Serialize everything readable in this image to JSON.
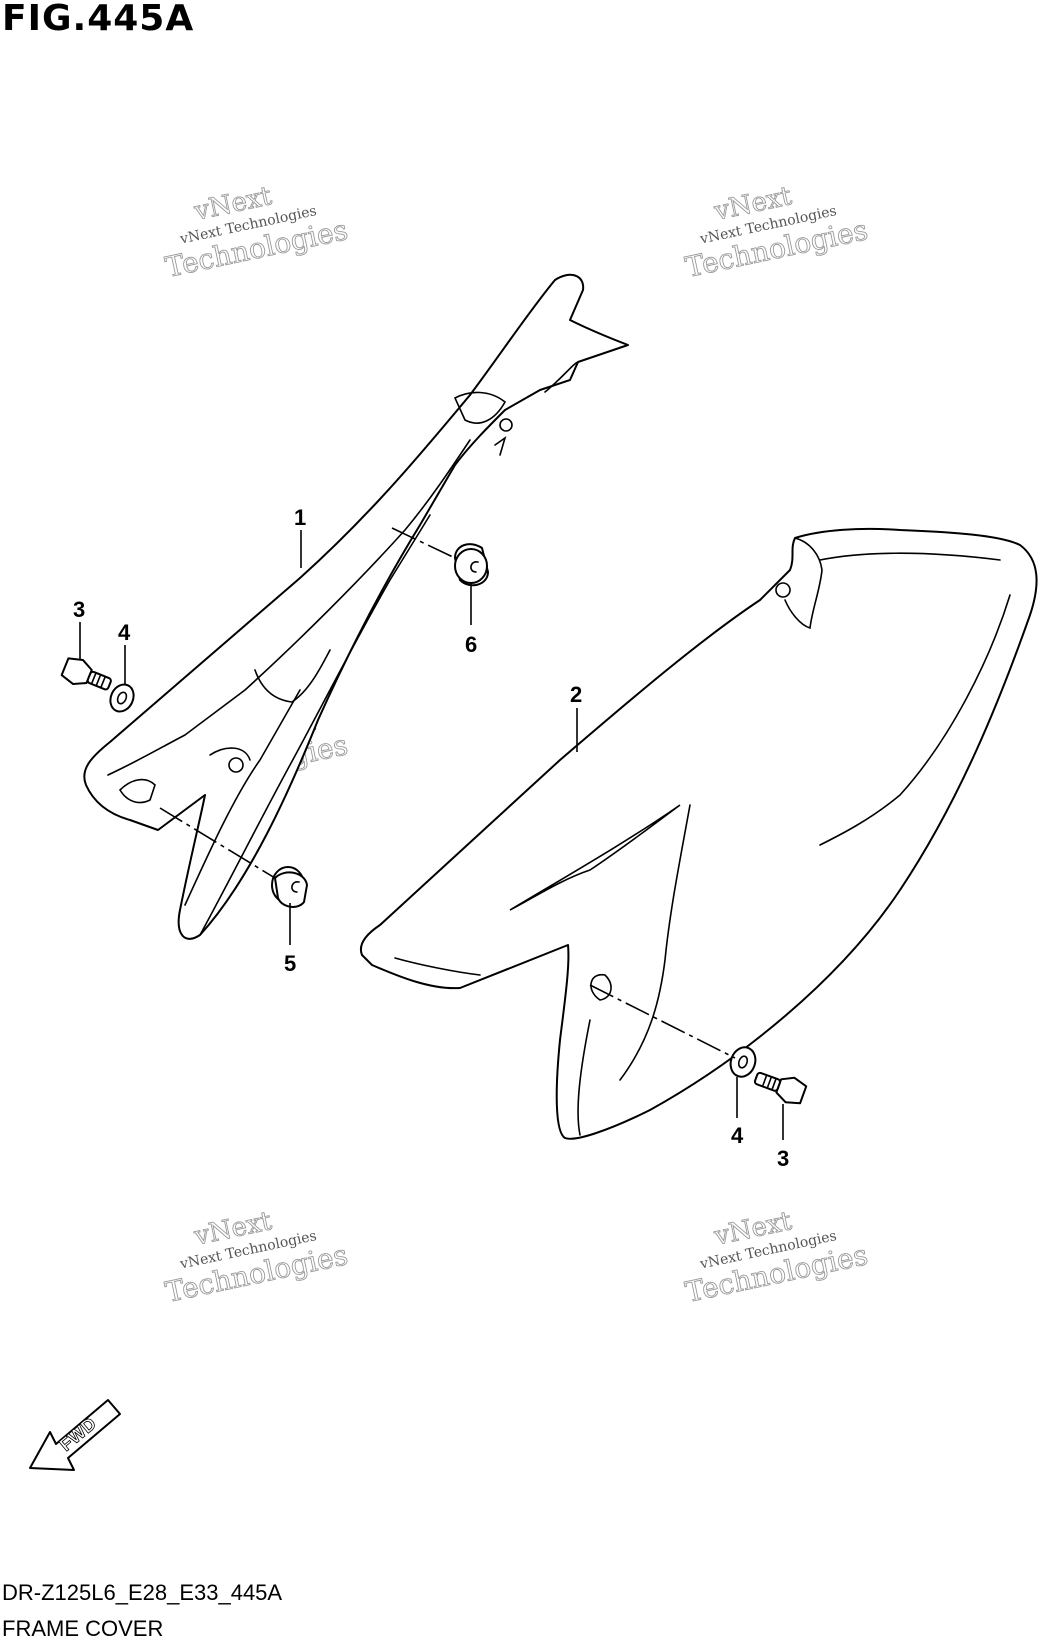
{
  "title": "FIG.445A",
  "footer": {
    "model_code": "DR-Z125L6_E28_E33_445A",
    "section_name": "FRAME COVER"
  },
  "callouts": {
    "frame_cover_left": "1",
    "frame_cover_right": "2",
    "bolt_left": "3",
    "washer_left": "4",
    "cushion_lower": "5",
    "cushion_upper": "6",
    "washer_right": "4",
    "bolt_right": "3"
  },
  "fwd_label": "FWD",
  "watermark": {
    "line1": "vNext",
    "line2": "vNext Technologies",
    "line3": "Technologies"
  }
}
